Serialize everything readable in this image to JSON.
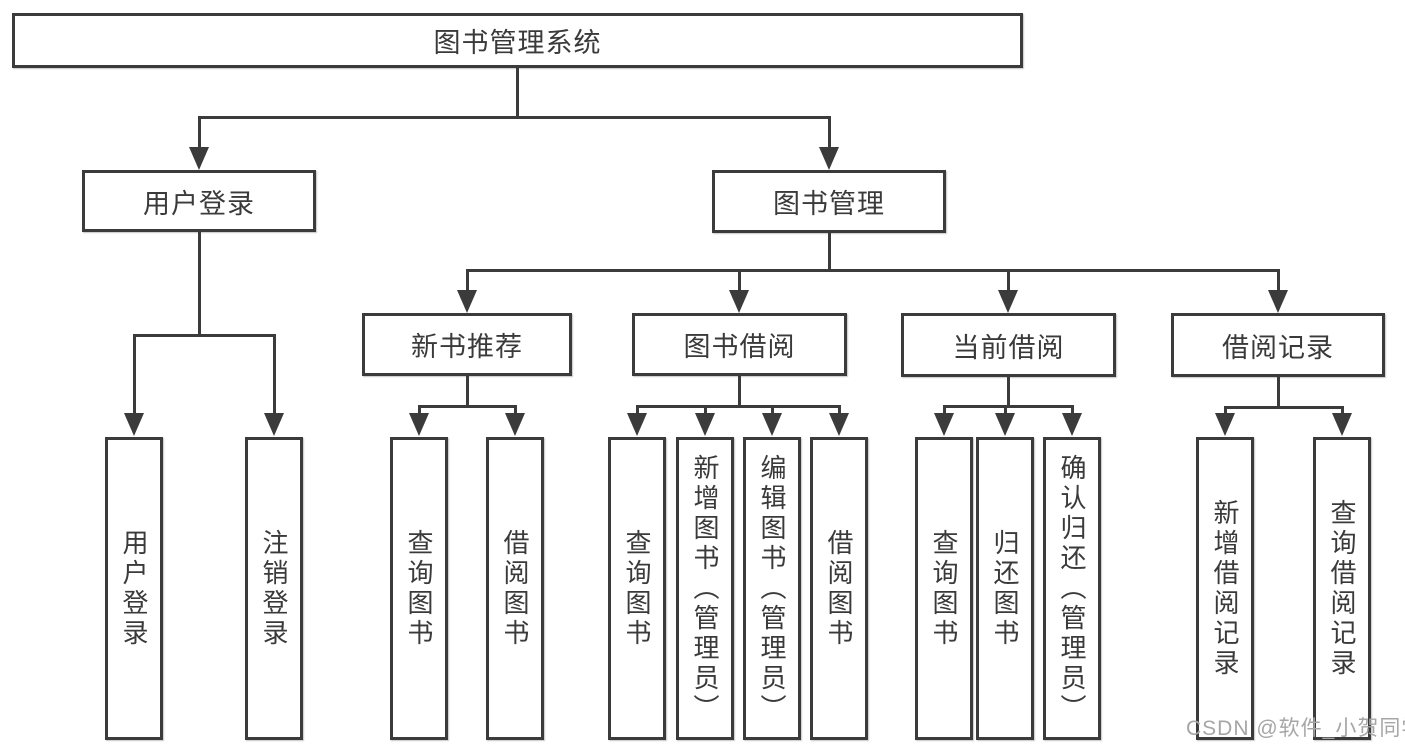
{
  "diagram": {
    "root": {
      "label": "图书管理系统"
    },
    "branches": [
      {
        "label": "用户登录",
        "children": [
          {
            "label": "用户登录"
          },
          {
            "label": "注销登录"
          }
        ]
      },
      {
        "label": "图书管理",
        "children": [
          {
            "label": "新书推荐",
            "children": [
              {
                "label": "查询图书"
              },
              {
                "label": "借阅图书"
              }
            ]
          },
          {
            "label": "图书借阅",
            "children": [
              {
                "label": "查询图书"
              },
              {
                "label": "新增图书（管理员）"
              },
              {
                "label": "编辑图书（管理员）"
              },
              {
                "label": "借阅图书"
              }
            ]
          },
          {
            "label": "当前借阅",
            "children": [
              {
                "label": "查询图书"
              },
              {
                "label": "归还图书"
              },
              {
                "label": "确认归还（管理员）"
              }
            ]
          },
          {
            "label": "借阅记录",
            "children": [
              {
                "label": "新增借阅记录"
              },
              {
                "label": "查询借阅记录"
              }
            ]
          }
        ]
      }
    ]
  },
  "watermark": {
    "text": "CSDN @软件_小贺同学",
    "color": "#a6a6a6"
  },
  "colors": {
    "line": "#3b3b3b",
    "border": "#3b3b3b",
    "fill": "#ffffff",
    "text": "#3a3a3a"
  }
}
